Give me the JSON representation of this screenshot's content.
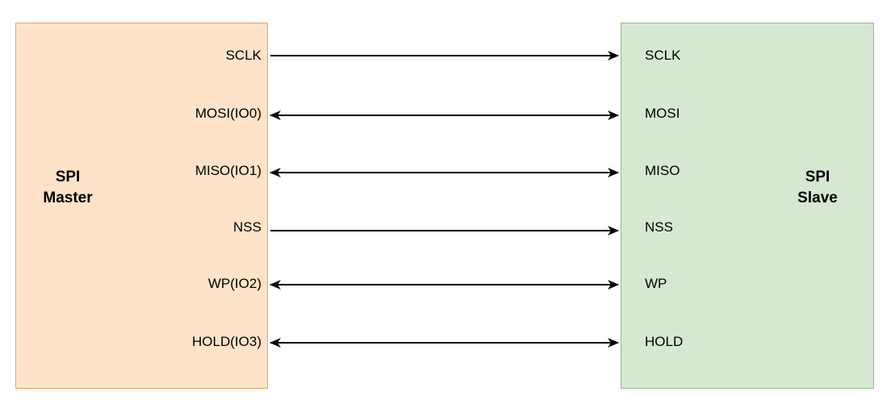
{
  "master": {
    "title_line1": "SPI",
    "title_line2": "Master",
    "color": "#fde3c8",
    "border_color": "#e8a56a"
  },
  "slave": {
    "title_line1": "SPI",
    "title_line2": "Slave",
    "color": "#d6e8d2",
    "border_color": "#8ebf7f"
  },
  "signals": [
    {
      "master_pin": "SCLK",
      "slave_pin": "SCLK",
      "direction": "master-to-slave"
    },
    {
      "master_pin": "MOSI(IO0)",
      "slave_pin": "MOSI",
      "direction": "bidirectional"
    },
    {
      "master_pin": "MISO(IO1)",
      "slave_pin": "MISO",
      "direction": "bidirectional"
    },
    {
      "master_pin": "NSS",
      "slave_pin": "NSS",
      "direction": "master-to-slave"
    },
    {
      "master_pin": "WP(IO2)",
      "slave_pin": "WP",
      "direction": "bidirectional"
    },
    {
      "master_pin": "HOLD(IO3)",
      "slave_pin": "HOLD",
      "direction": "bidirectional"
    }
  ]
}
